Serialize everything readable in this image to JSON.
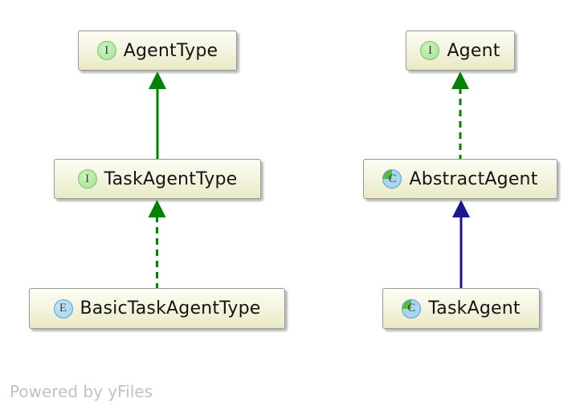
{
  "diagram": {
    "type": "uml-class-diagram",
    "watermark": "Powered by yFiles"
  },
  "nodes": [
    {
      "id": "AgentType",
      "label": "AgentType",
      "kind": "interface",
      "icon_letter": "I"
    },
    {
      "id": "TaskAgentType",
      "label": "TaskAgentType",
      "kind": "interface",
      "icon_letter": "I"
    },
    {
      "id": "BasicTaskAgentType",
      "label": "BasicTaskAgentType",
      "kind": "enum",
      "icon_letter": "E"
    },
    {
      "id": "Agent",
      "label": "Agent",
      "kind": "interface",
      "icon_letter": "I"
    },
    {
      "id": "AbstractAgent",
      "label": "AbstractAgent",
      "kind": "class",
      "icon_letter": "C"
    },
    {
      "id": "TaskAgent",
      "label": "TaskAgent",
      "kind": "class",
      "icon_letter": "C"
    }
  ],
  "edges": [
    {
      "from": "TaskAgentType",
      "to": "AgentType",
      "style": "solid",
      "color": "green",
      "relation": "extends"
    },
    {
      "from": "BasicTaskAgentType",
      "to": "TaskAgentType",
      "style": "dashed",
      "color": "green",
      "relation": "implements"
    },
    {
      "from": "AbstractAgent",
      "to": "Agent",
      "style": "dashed",
      "color": "green",
      "relation": "implements"
    },
    {
      "from": "TaskAgent",
      "to": "AbstractAgent",
      "style": "solid",
      "color": "navy",
      "relation": "extends"
    }
  ],
  "edge_colors": {
    "green": "#008200",
    "navy": "#17178f"
  },
  "icon_colors": {
    "interface_fill": "#a3e293",
    "interface_border": "#7cc46e",
    "enum_fill": "#9fd2ef",
    "enum_border": "#5fa3d3",
    "class_fill_blue": "#a9d6f3",
    "class_fill_green": "#58ba3e",
    "class_border": "#5b9cd2"
  },
  "node_style_colors": {
    "fill_top": "#fdfdf3",
    "fill_bottom": "#e9e9c6",
    "border": "#979797"
  }
}
